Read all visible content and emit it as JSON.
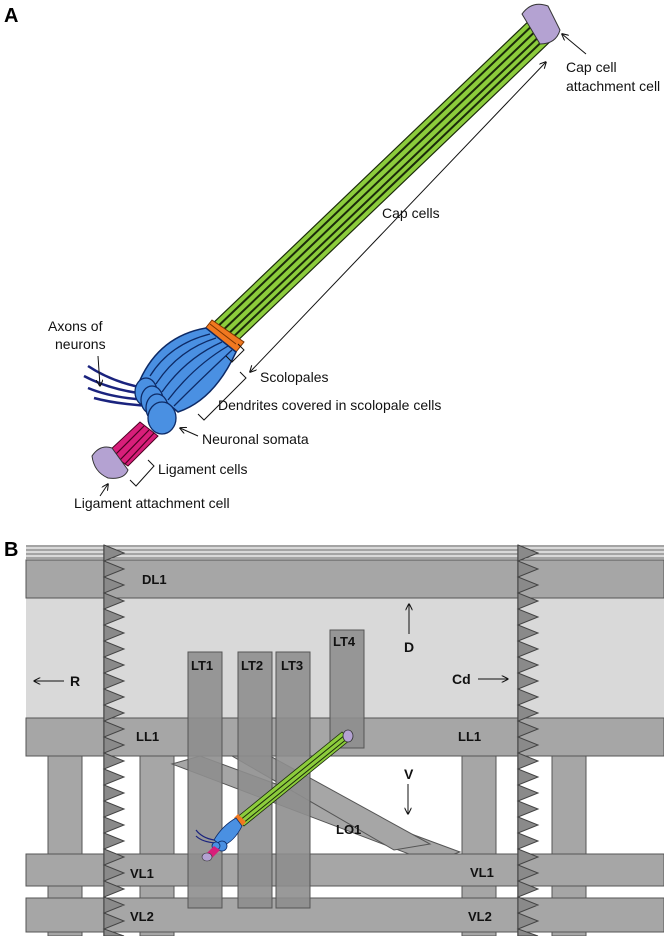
{
  "panel_a": {
    "letter": "A",
    "labels": {
      "cap_attachment_1": "Cap cell",
      "cap_attachment_2": "attachment cell",
      "cap_cells": "Cap cells",
      "axons_1": "Axons of",
      "axons_2": "neurons",
      "scolopales": "Scolopales",
      "dendrites": "Dendrites covered in scolopale cells",
      "somata": "Neuronal somata",
      "ligament_cells": "Ligament cells",
      "ligament_attachment": "Ligament attachment cell"
    },
    "colors": {
      "cap_cells": "#8ccc3c",
      "attachment": "#b4a2d2",
      "scolopales": "#f07820",
      "dendrites": "#4a90e2",
      "ligament": "#d81e7a",
      "axons": "#1a237e"
    }
  },
  "panel_b": {
    "letter": "B",
    "muscles": {
      "dl1": "DL1",
      "lt1": "LT1",
      "lt2": "LT2",
      "lt3": "LT3",
      "lt4": "LT4",
      "ll1_left": "LL1",
      "ll1_right": "LL1",
      "lo1": "LO1",
      "vl1_left": "VL1",
      "vl1_right": "VL1",
      "vl2_left": "VL2",
      "vl2_right": "VL2"
    },
    "directions": {
      "rostral": "R",
      "caudal": "Cd",
      "dorsal": "D",
      "ventral": "V"
    },
    "colors": {
      "segment_background": "#d9d9d9",
      "muscle": "#a6a6a6",
      "muscle_dark": "#8e8e8e",
      "segment_border": "#707070"
    }
  }
}
